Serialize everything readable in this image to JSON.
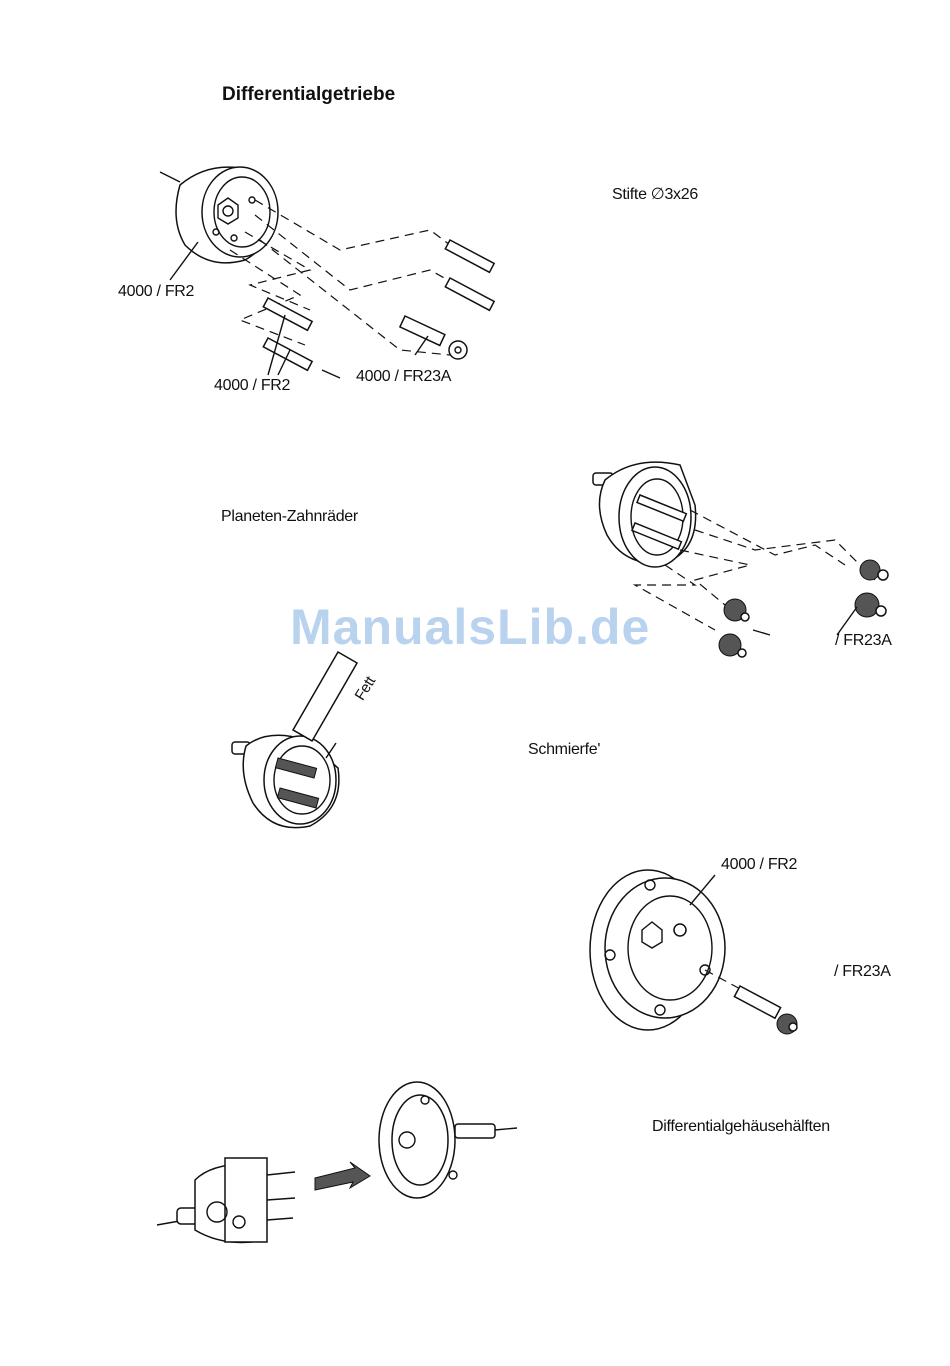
{
  "page": {
    "title": "Differentialgetriebe",
    "watermark": "ManualsLib.de"
  },
  "labels": {
    "stifte": "Stifte ∅3x26",
    "fr2_housing": "4000 / FR2",
    "fr2_pins": "4000 / FR2",
    "fr23a_shaft": "4000 / FR23A",
    "planeten": "Planeten-Zahnräder",
    "fr23a_gears": "/ FR23A",
    "schmierfett": "Schmierfe'",
    "grease_tube": "Fett",
    "fr2_half": "4000 / FR2",
    "fr23a_half": "/ FR23A",
    "gehaeuse": "Differentialgehäusehälften"
  },
  "icons": [
    "gear-housing-figure",
    "planetary-gears-figure",
    "grease-tube-figure",
    "housing-half-figure",
    "assembly-figure"
  ]
}
